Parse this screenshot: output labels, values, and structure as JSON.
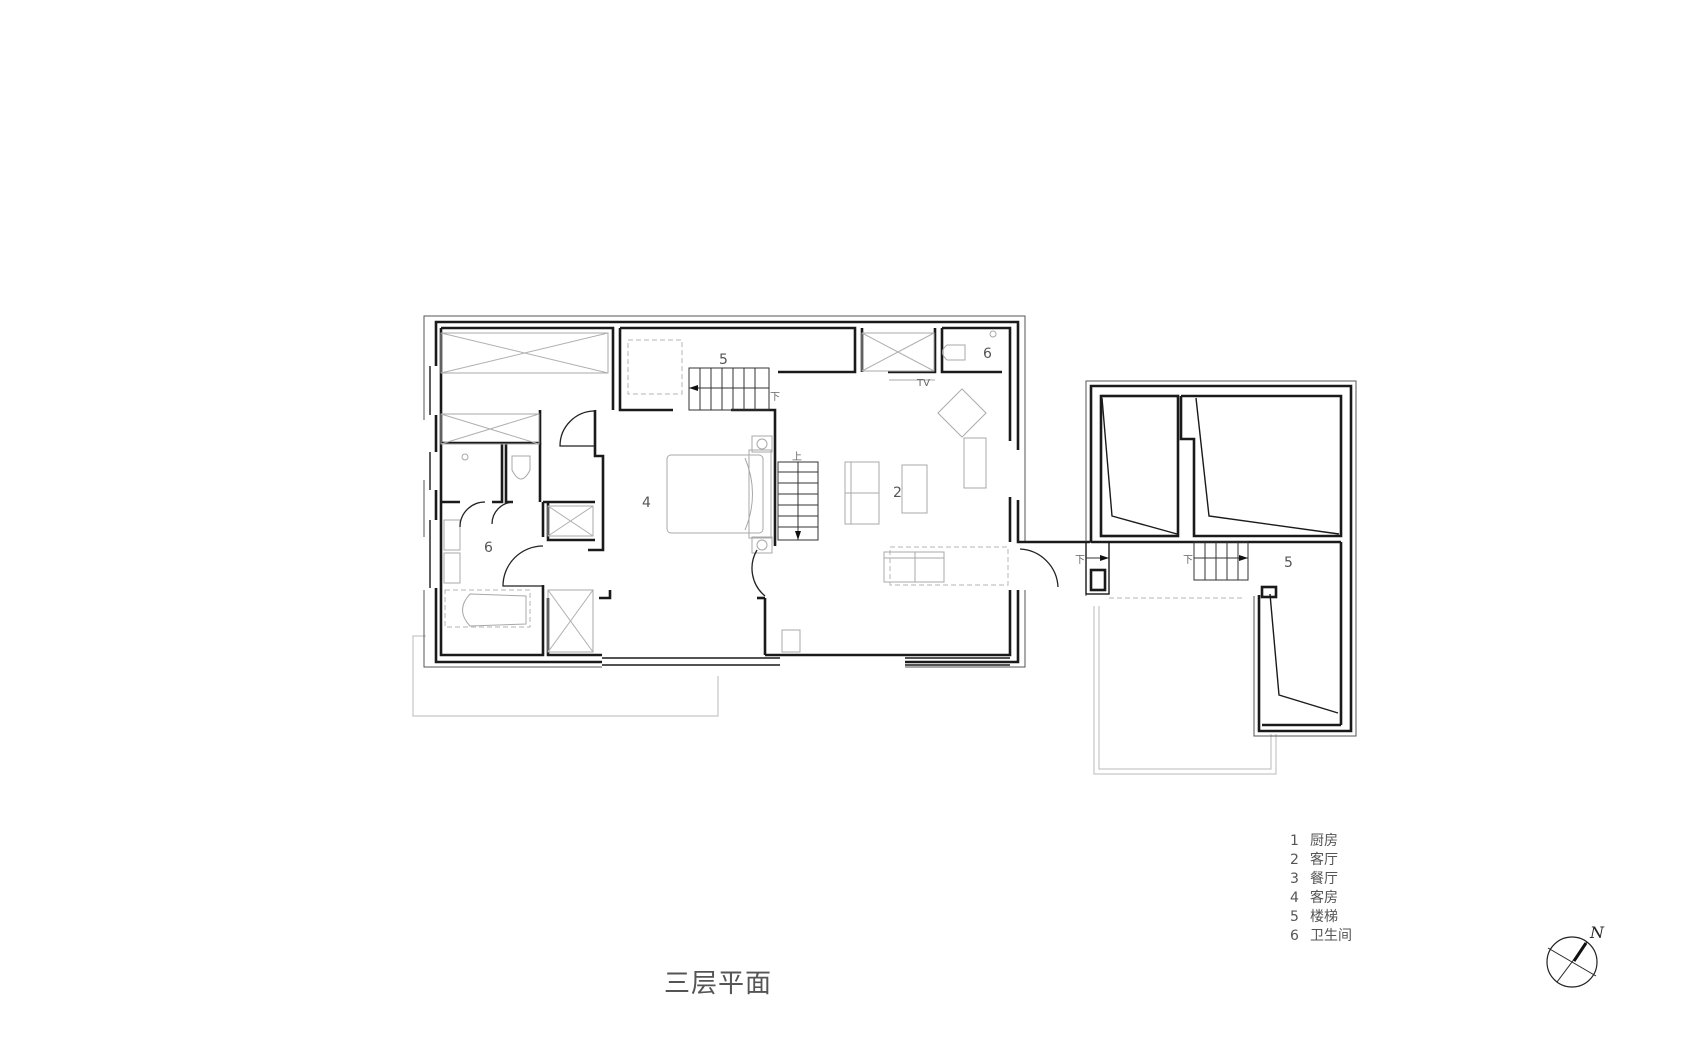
{
  "drawing": {
    "title": "三层平面",
    "room_labels": [
      {
        "id": "stair-top",
        "text": "5"
      },
      {
        "id": "wc-top-right",
        "text": "6"
      },
      {
        "id": "guest-room",
        "text": "4"
      },
      {
        "id": "living-room",
        "text": "2"
      },
      {
        "id": "bath-left",
        "text": "6"
      },
      {
        "id": "stair-annex",
        "text": "5"
      }
    ],
    "annotations": {
      "tv": "TV",
      "down_1": "下",
      "down_2": "下",
      "down_3": "下",
      "up": "上"
    }
  },
  "legend": {
    "items": [
      {
        "num": "1",
        "label": "厨房"
      },
      {
        "num": "2",
        "label": "客厅"
      },
      {
        "num": "3",
        "label": "餐厅"
      },
      {
        "num": "4",
        "label": "客房"
      },
      {
        "num": "5",
        "label": "楼梯"
      },
      {
        "num": "6",
        "label": "卫生间"
      }
    ]
  },
  "compass": {
    "north_label": "N",
    "icon": "north-arrow-icon"
  },
  "colors": {
    "wall": "#1a1a1a",
    "furniture": "#a8a8a8",
    "text": "#555555",
    "background": "#ffffff"
  }
}
